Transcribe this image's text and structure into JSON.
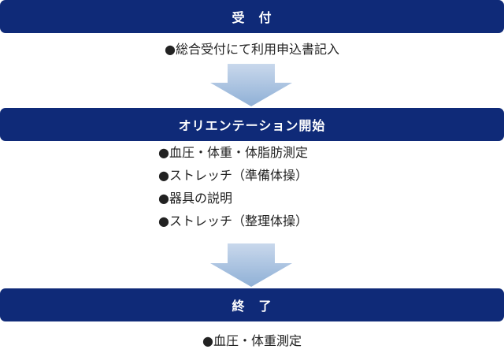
{
  "steps": [
    {
      "title": "受　付",
      "items": [
        "●総合受付にて利用申込書記入"
      ]
    },
    {
      "title": "オリエンテーション開始",
      "items": [
        "●血圧・体重・体脂肪測定",
        "●ストレッチ（準備体操）",
        "●器具の説明",
        "●ストレッチ（整理体操）"
      ]
    },
    {
      "title": "終　了",
      "items": [
        "●血圧・体重測定"
      ]
    }
  ],
  "colors": {
    "bar": "#0f2a78",
    "bar_text": "#ffffff",
    "arrow_top": "#c9d8ec",
    "arrow_bottom": "#8fb0d6",
    "body_text": "#222222"
  },
  "icons": {
    "flow_arrow": "down-arrow-icon"
  }
}
